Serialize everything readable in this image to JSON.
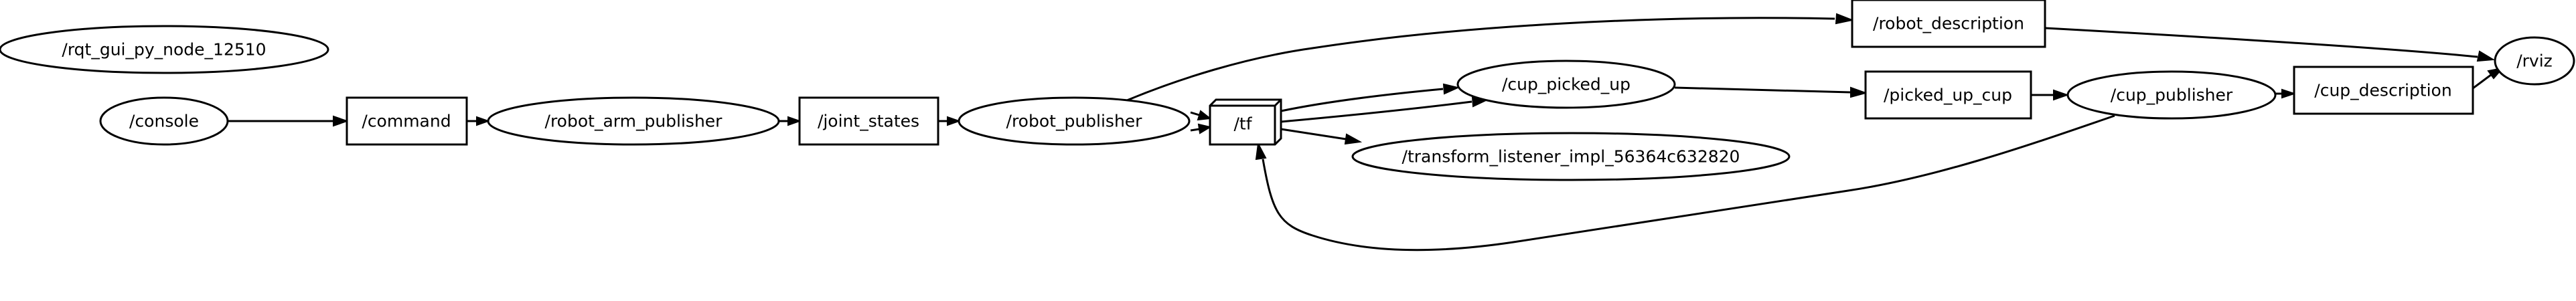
{
  "graph": {
    "nodes": {
      "rqt_gui": "/rqt_gui_py_node_12510",
      "console": "/console",
      "command": "/command",
      "robot_arm_publisher": "/robot_arm_publisher",
      "joint_states": "/joint_states",
      "robot_publisher": "/robot_publisher",
      "tf": "/tf",
      "cup_picked_up": "/cup_picked_up",
      "transform_listener": "/transform_listener_impl_56364c632820",
      "robot_description": "/robot_description",
      "picked_up_cup": "/picked_up_cup",
      "cup_publisher": "/cup_publisher",
      "cup_description": "/cup_description",
      "rviz": "/rviz"
    }
  }
}
